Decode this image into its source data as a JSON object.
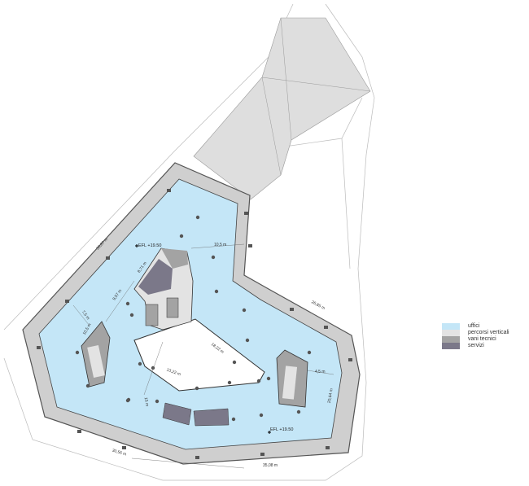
{
  "legend": [
    {
      "label": "uffici",
      "color": "#c4e6f7"
    },
    {
      "label": "percorsi verticali",
      "color": "#e3e3e3"
    },
    {
      "label": "vani tecnici",
      "color": "#a3a3a3"
    },
    {
      "label": "servizi",
      "color": "#7b7889"
    }
  ],
  "dimensions": {
    "north_west": "30,87 m",
    "north": "10,5 m",
    "core_a": "8,71 m",
    "core_b": "9,57 m",
    "west_a": "7,5 m",
    "west_b": "10,5 m",
    "atrium_long": "18,22 m",
    "atrium_short": "13,22 m",
    "center_vertical": "15 m",
    "east_short": "4,5 m",
    "east": "20,64 m",
    "north_east": "26,85 m",
    "south_west": "30,56 m",
    "south": "35,08 m"
  },
  "levels": [
    "EFL +19.50",
    "EFL +19.50"
  ]
}
